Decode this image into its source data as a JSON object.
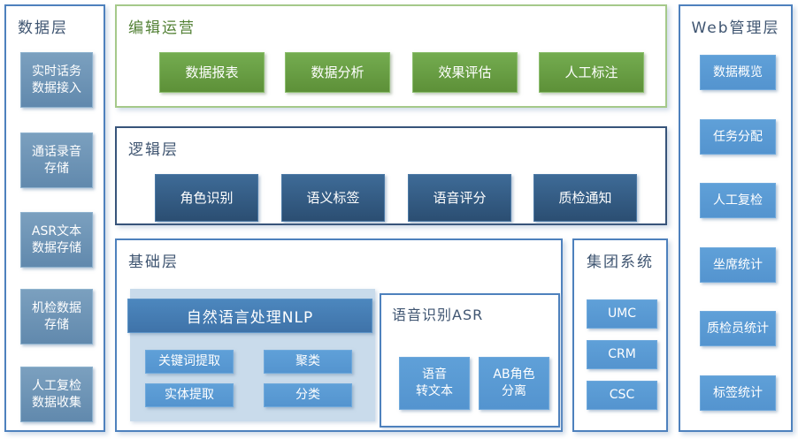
{
  "colors": {
    "section_border_blue": "#4E81BD",
    "section_border_dark": "#37547A",
    "section_border_green": "#A5C98A",
    "title_text": "#3F5571",
    "green_title_text": "#538135",
    "node_steel_blue": "#6E94B6",
    "node_green": "#69A244",
    "node_dark_blue": "#335A81",
    "node_mid_blue": "#5B9BD5",
    "nlp_header_blue": "#4681B4",
    "nlp_container_light_blue": "#C9DBEB"
  },
  "data_layer": {
    "title": "数据层",
    "items": [
      {
        "line1": "实时话务",
        "line2": "数据接入"
      },
      {
        "line1": "通话录音",
        "line2": "存储"
      },
      {
        "line1": "ASR文本",
        "line2": "数据存储"
      },
      {
        "line1": "机检数据",
        "line2": "存储"
      },
      {
        "line1": "人工复检",
        "line2": "数据收集"
      }
    ]
  },
  "edit_ops": {
    "title": "编辑运营",
    "items": [
      {
        "label": "数据报表"
      },
      {
        "label": "数据分析"
      },
      {
        "label": "效果评估"
      },
      {
        "label": "人工标注"
      }
    ]
  },
  "logic_layer": {
    "title": "逻辑层",
    "items": [
      {
        "label": "角色识别"
      },
      {
        "label": "语义标签"
      },
      {
        "label": "语音评分"
      },
      {
        "label": "质检通知"
      }
    ]
  },
  "base_layer": {
    "title": "基础层",
    "nlp": {
      "header": "自然语言处理NLP",
      "items": [
        {
          "label": "关键词提取"
        },
        {
          "label": "聚类"
        },
        {
          "label": "实体提取"
        },
        {
          "label": "分类"
        }
      ]
    },
    "asr": {
      "title": "语音识别ASR",
      "items": [
        {
          "line1": "语音",
          "line2": "转文本"
        },
        {
          "line1": "AB角色",
          "line2": "分离"
        }
      ]
    }
  },
  "group_systems": {
    "title": "集团系统",
    "items": [
      {
        "label": "UMC"
      },
      {
        "label": "CRM"
      },
      {
        "label": "CSC"
      }
    ]
  },
  "web_layer": {
    "title": "Web管理层",
    "items": [
      {
        "label": "数据概览"
      },
      {
        "label": "任务分配"
      },
      {
        "label": "人工复检"
      },
      {
        "label": "坐席统计"
      },
      {
        "label": "质检员统计"
      },
      {
        "label": "标签统计"
      }
    ]
  }
}
